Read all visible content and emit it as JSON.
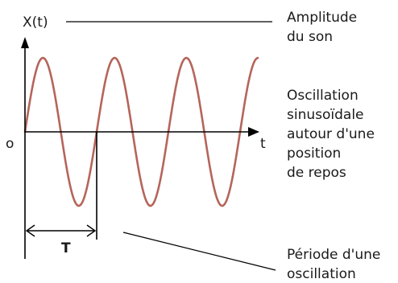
{
  "axes": {
    "y_label": "X(t)",
    "x_label": "t",
    "origin_label": "o"
  },
  "period": {
    "label": "T"
  },
  "annotations": {
    "amplitude": [
      "Amplitude",
      "du son"
    ],
    "oscillation": [
      "Oscillation",
      "sinusoïdale",
      "autour d'une",
      "position",
      "de repos"
    ],
    "periode": [
      "Période d'une",
      "oscillation"
    ]
  },
  "colors": {
    "wave": "#b5655a",
    "axis": "#000000",
    "text": "#1a1a1a"
  }
}
